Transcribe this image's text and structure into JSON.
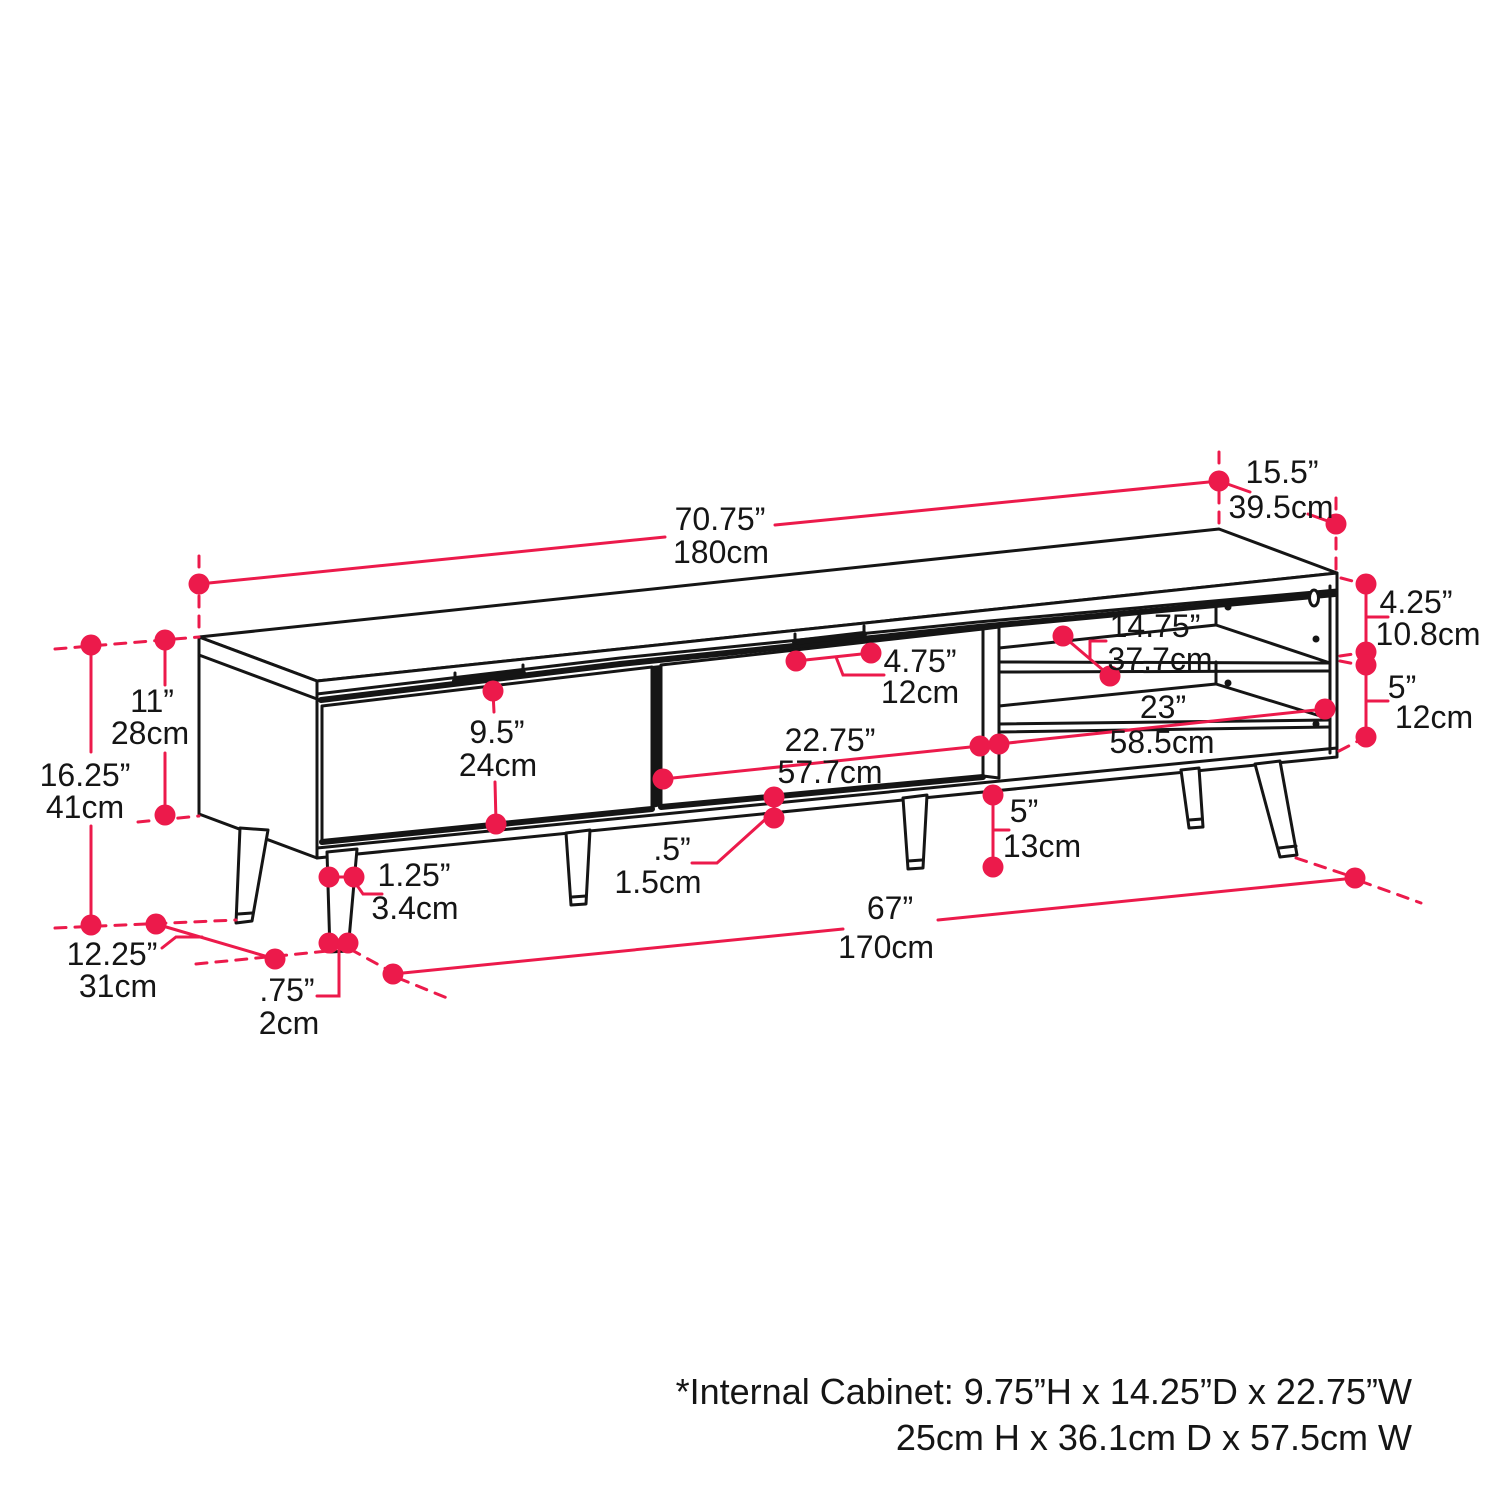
{
  "diagram": {
    "kind": "furniture dimension drawing",
    "colors": {
      "accent": "#EC1A4B",
      "line": "#151515",
      "background": "#FFFFFF"
    },
    "dims": {
      "overall_width": {
        "inches": "70.75”",
        "metric": "180cm"
      },
      "overall_depth": {
        "inches": "15.5”",
        "metric": "39.5cm"
      },
      "upper_opening_height": {
        "inches": "4.25”",
        "metric": "10.8cm"
      },
      "lower_opening_height": {
        "inches": "5”",
        "metric": "12cm"
      },
      "shelf_depth": {
        "inches": "14.75”",
        "metric": "37.7cm"
      },
      "shelf_width": {
        "inches": "23”",
        "metric": "58.5cm"
      },
      "handle_cutout_width": {
        "inches": "4.75”",
        "metric": "12cm"
      },
      "door_width": {
        "inches": "22.75”",
        "metric": "57.7cm"
      },
      "door_height": {
        "inches": "9.5”",
        "metric": "24cm"
      },
      "cabinet_height": {
        "inches": "11”",
        "metric": "28cm"
      },
      "overall_height": {
        "inches": "16.25”",
        "metric": "41cm"
      },
      "leg_footprint_depth": {
        "inches": "12.25”",
        "metric": "31cm"
      },
      "leg_top_width": {
        "inches": "1.25”",
        "metric": "3.4cm"
      },
      "leg_bottom_width": {
        "inches": ".75”",
        "metric": "2cm"
      },
      "base_reveal": {
        "inches": ".5”",
        "metric": "1.5cm"
      },
      "leg_height": {
        "inches": "5”",
        "metric": "13cm"
      },
      "leg_span_width": {
        "inches": "67”",
        "metric": "170cm"
      }
    },
    "footnote": {
      "line1": "*Internal Cabinet: 9.75”H x 14.25”D x 22.75”W",
      "line2": "25cm H x 36.1cm D x 57.5cm W"
    }
  }
}
